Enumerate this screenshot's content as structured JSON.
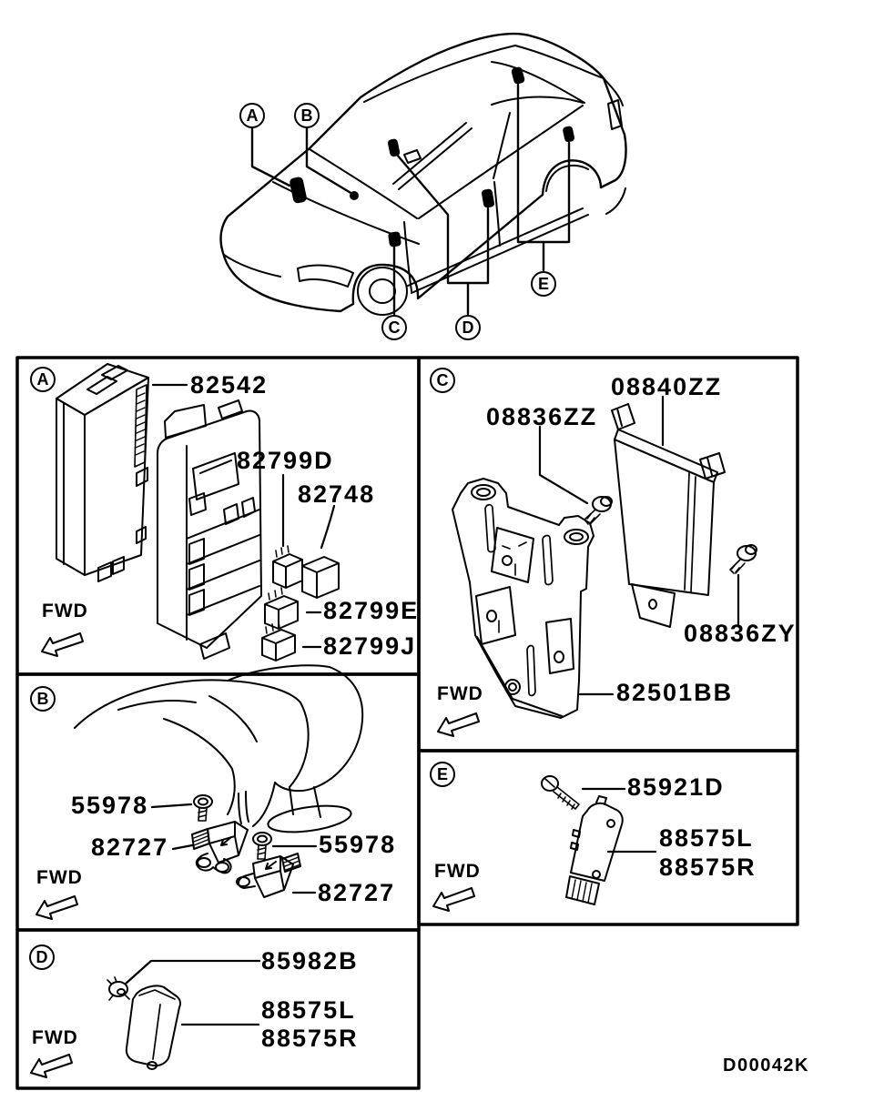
{
  "page": {
    "background": "#ffffff",
    "ink": "#000000",
    "diagram_code": "D00042K"
  },
  "labels": {
    "fwd": "FWD"
  },
  "car_view": {
    "callouts": [
      {
        "label": "A"
      },
      {
        "label": "B"
      },
      {
        "label": "C"
      },
      {
        "label": "D"
      },
      {
        "label": "E"
      }
    ]
  },
  "panels": {
    "a": {
      "letter": "A",
      "parts": [
        {
          "number": "82542"
        },
        {
          "number": "82799D"
        },
        {
          "number": "82748"
        },
        {
          "number": "82799E"
        },
        {
          "number": "82799J"
        }
      ]
    },
    "b": {
      "letter": "B",
      "parts": [
        {
          "number": "55978"
        },
        {
          "number": "82727"
        },
        {
          "number": "55978"
        },
        {
          "number": "82727"
        }
      ]
    },
    "c": {
      "letter": "C",
      "parts": [
        {
          "number": "08836ZZ"
        },
        {
          "number": "08840ZZ"
        },
        {
          "number": "08836ZY"
        },
        {
          "number": "82501BB"
        }
      ]
    },
    "d": {
      "letter": "D",
      "parts": [
        {
          "number": "85982B"
        },
        {
          "number": "88575L"
        },
        {
          "number": "88575R"
        }
      ]
    },
    "e": {
      "letter": "E",
      "parts": [
        {
          "number": "85921D"
        },
        {
          "number": "88575L"
        },
        {
          "number": "88575R"
        }
      ]
    }
  }
}
